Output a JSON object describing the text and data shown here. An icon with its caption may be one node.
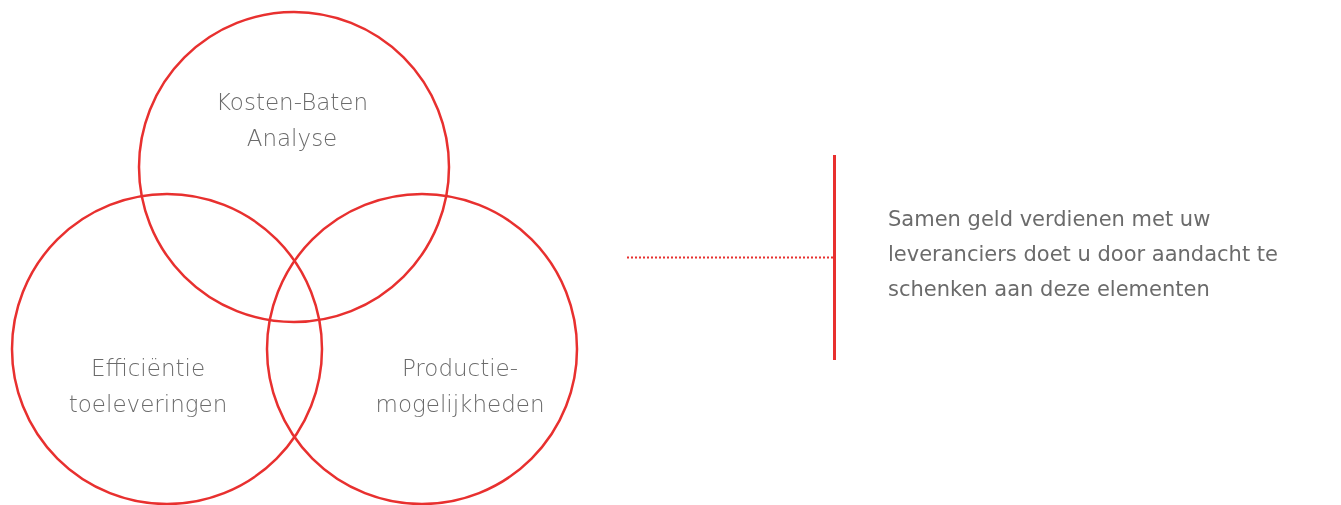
{
  "diagram": {
    "nodes": [
      {
        "text": [
          "Kosten-Baten Analyse"
        ]
      },
      {
        "text": [
          "Efficiëntie toeleveringen"
        ]
      },
      {
        "text": [
          "Productie-mogelijkheden"
        ]
      },
      {
        "text": [],
        "shape": "bar"
      }
    ],
    "edges": [
      {
        "from": null,
        "to": 3,
        "arrow": "none",
        "style": "dashed"
      }
    ],
    "labels": [
      "Samen geld verdienen met uw leveranciers doet u door aandacht te schenken aan deze elementen"
    ]
  }
}
